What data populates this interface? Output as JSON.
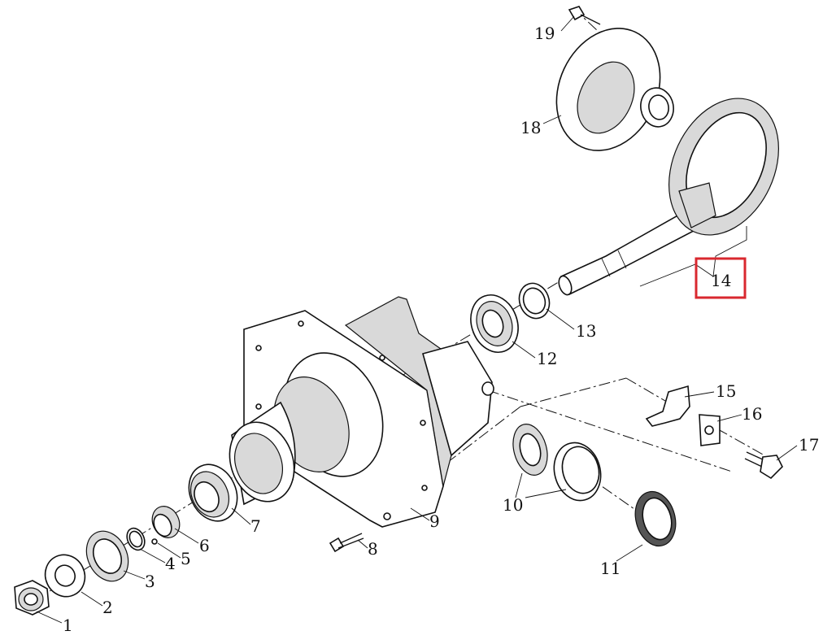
{
  "callouts": [
    {
      "n": "1"
    },
    {
      "n": "2"
    },
    {
      "n": "3"
    },
    {
      "n": "4"
    },
    {
      "n": "5"
    },
    {
      "n": "6"
    },
    {
      "n": "7"
    },
    {
      "n": "8"
    },
    {
      "n": "9"
    },
    {
      "n": "10"
    },
    {
      "n": "11"
    },
    {
      "n": "12"
    },
    {
      "n": "13"
    },
    {
      "n": "14"
    },
    {
      "n": "15"
    },
    {
      "n": "16"
    },
    {
      "n": "17"
    },
    {
      "n": "18"
    },
    {
      "n": "19"
    }
  ],
  "highlight": {
    "callout": "14",
    "color": "#d9282f"
  },
  "colors": {
    "line": "#111111",
    "background": "#ffffff"
  }
}
